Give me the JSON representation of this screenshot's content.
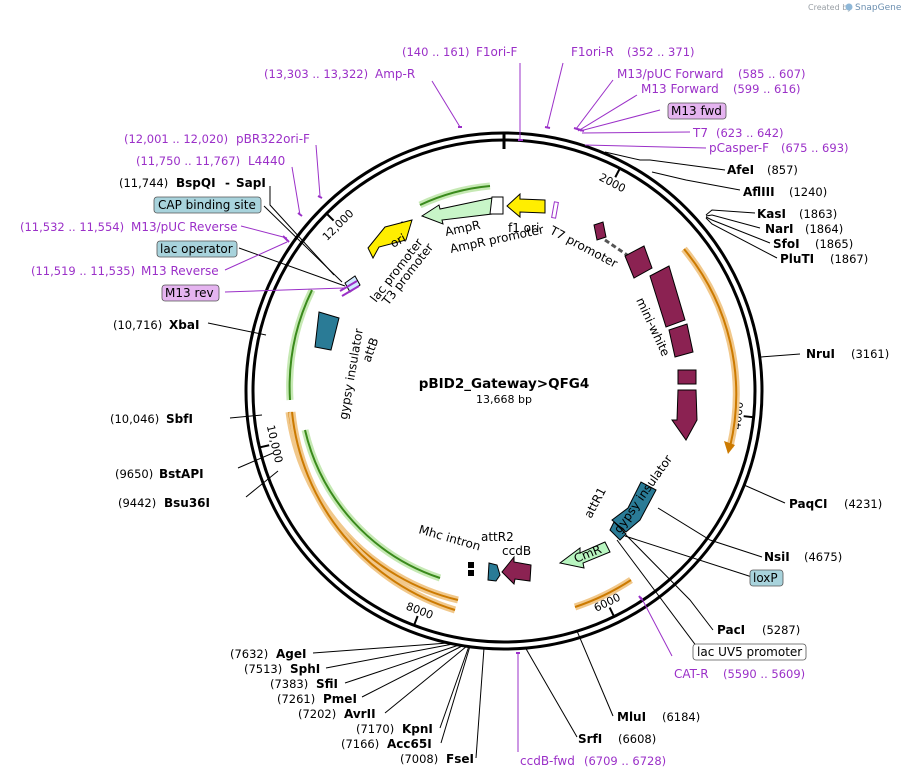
{
  "credit": "Created by",
  "brand": "SnapGene",
  "plasmid": {
    "name": "pBID2_Gateway>QFG4",
    "length": "13,668 bp"
  },
  "ticks": [
    {
      "label": "2000",
      "angle": 27.5
    },
    {
      "label": "4000",
      "angle": 96
    },
    {
      "label": "6000",
      "angle": 154
    },
    {
      "label": "8000",
      "angle": 201
    },
    {
      "label": "10,000",
      "angle": 257
    },
    {
      "label": "12,000",
      "angle": 315
    }
  ],
  "sites": [
    {
      "name": "AfeI",
      "pos": "(857)"
    },
    {
      "name": "AflIII",
      "pos": "(1240)"
    },
    {
      "name": "KasI",
      "pos": "(1863)"
    },
    {
      "name": "NarI",
      "pos": "(1864)"
    },
    {
      "name": "SfoI",
      "pos": "(1865)"
    },
    {
      "name": "PluTI",
      "pos": "(1867)"
    },
    {
      "name": "NruI",
      "pos": "(3161)"
    },
    {
      "name": "PaqCI",
      "pos": "(4231)"
    },
    {
      "name": "NsiI",
      "pos": "(4675)"
    },
    {
      "name": "PacI",
      "pos": "(5287)"
    },
    {
      "name": "MluI",
      "pos": "(6184)"
    },
    {
      "name": "SrfI",
      "pos": "(6608)"
    },
    {
      "name": "FseI",
      "pos": "(7008)"
    },
    {
      "name": "Acc65I",
      "pos": "(7166)"
    },
    {
      "name": "KpnI",
      "pos": "(7170)"
    },
    {
      "name": "AvrII",
      "pos": "(7202)"
    },
    {
      "name": "PmeI",
      "pos": "(7261)"
    },
    {
      "name": "SfiI",
      "pos": "(7383)"
    },
    {
      "name": "SphI",
      "pos": "(7513)"
    },
    {
      "name": "AgeI",
      "pos": "(7632)"
    },
    {
      "name": "Bsu36I",
      "pos": "(9442)"
    },
    {
      "name": "BstAPI",
      "pos": "(9650)"
    },
    {
      "name": "SbfI",
      "pos": "(10,046)"
    },
    {
      "name": "XbaI",
      "pos": "(10,716)"
    },
    {
      "name": "BspQI",
      "pos": "(11,744)"
    },
    {
      "name": "SapI",
      "pos": ""
    }
  ],
  "primers": [
    {
      "name": "F1ori-F",
      "pos": "(140 .. 161)"
    },
    {
      "name": "F1ori-R",
      "pos": "(352 .. 371)"
    },
    {
      "name": "Amp-R",
      "pos": "(13,303 .. 13,322)"
    },
    {
      "name": "M13/pUC Forward",
      "pos": "(585 .. 607)"
    },
    {
      "name": "M13 Forward",
      "pos": "(599 .. 616)"
    },
    {
      "name": "T7",
      "pos": "(623 .. 642)"
    },
    {
      "name": "pCasper-F",
      "pos": "(675 .. 693)"
    },
    {
      "name": "pBR322ori-F",
      "pos": "(12,001 .. 12,020)"
    },
    {
      "name": "L4440",
      "pos": "(11,750 .. 11,767)"
    },
    {
      "name": "M13/pUC Reverse",
      "pos": "(11,532 .. 11,554)"
    },
    {
      "name": "M13 Reverse",
      "pos": "(11,519 .. 11,535)"
    },
    {
      "name": "CAT-R",
      "pos": "(5590 .. 5609)"
    },
    {
      "name": "ccdB-fwd",
      "pos": "(6709 .. 6728)"
    }
  ],
  "boxes": [
    {
      "label": "M13 fwd",
      "kind": "primer"
    },
    {
      "label": "CAP binding site",
      "kind": "feature"
    },
    {
      "label": "lac operator",
      "kind": "feature"
    },
    {
      "label": "M13 rev",
      "kind": "primer"
    },
    {
      "label": "loxP",
      "kind": "feature"
    },
    {
      "label": "lac UV5 promoter",
      "kind": "plain"
    }
  ],
  "features": [
    {
      "label": "ori"
    },
    {
      "label": "AmpR"
    },
    {
      "label": "AmpR promoter"
    },
    {
      "label": "f1 ori"
    },
    {
      "label": "T7 promoter"
    },
    {
      "label": "mini-white"
    },
    {
      "label": "lac promoter"
    },
    {
      "label": "T3 promoter"
    },
    {
      "label": "gypsy insulator"
    },
    {
      "label": "attB"
    },
    {
      "label": "attR1"
    },
    {
      "label": "gypsy insulator"
    },
    {
      "label": "CmR"
    },
    {
      "label": "ccdB"
    },
    {
      "label": "attR2"
    },
    {
      "label": "Mhc intron"
    }
  ],
  "colors": {
    "backbone": "#000000",
    "primer": "#9b30c8",
    "primer_box": "#e5b4f0",
    "feature_box": "#a8d3dc",
    "ori": "#ffee00",
    "ampr": "#c8f5c8",
    "f1ori": "#b4b4b4",
    "promoter": "#ffffff",
    "mini_white": "#8b2252",
    "insulator": "#2a7b96",
    "cmr": "#b8f5c0",
    "ccdb": "#8b2252",
    "orf_green": "#3a8a1c",
    "orf_orange": "#cc7a00"
  }
}
